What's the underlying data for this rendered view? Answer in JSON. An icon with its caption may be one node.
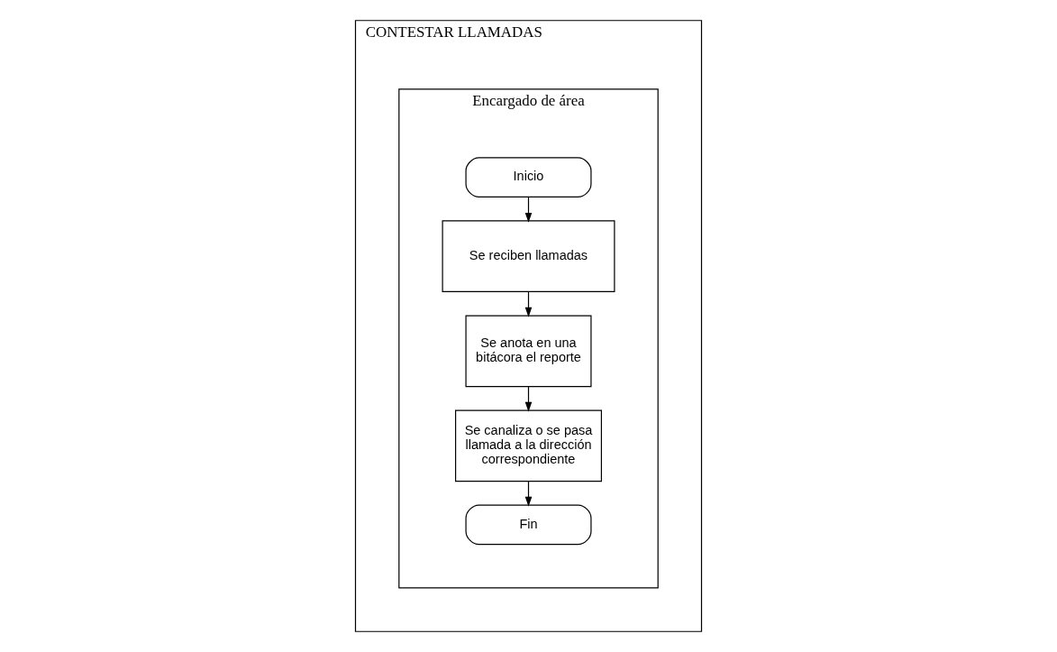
{
  "diagram": {
    "nodes": [
      {
        "text": [
          "CONTESTAR LLAMADAS"
        ]
      },
      {
        "text": [
          "Encargado de área"
        ],
        "in": 0
      },
      {
        "text": [
          "Inicio"
        ],
        "in": 1
      },
      {
        "text": [
          "Se reciben llamadas"
        ],
        "in": 1
      },
      {
        "text": [
          "Se anota en una bitácora el reporte"
        ],
        "in": 1
      },
      {
        "text": [
          "Se canaliza o se pasa llamada a la dirección correspondiente"
        ],
        "in": 1
      },
      {
        "text": [
          "Fin"
        ],
        "in": 1
      }
    ],
    "edges": [
      {
        "from": 2,
        "to": 3,
        "arrow": "to"
      },
      {
        "from": 3,
        "to": 4,
        "arrow": "to"
      },
      {
        "from": 4,
        "to": 5,
        "arrow": "to"
      },
      {
        "from": 5,
        "to": 6,
        "arrow": "to"
      }
    ]
  }
}
